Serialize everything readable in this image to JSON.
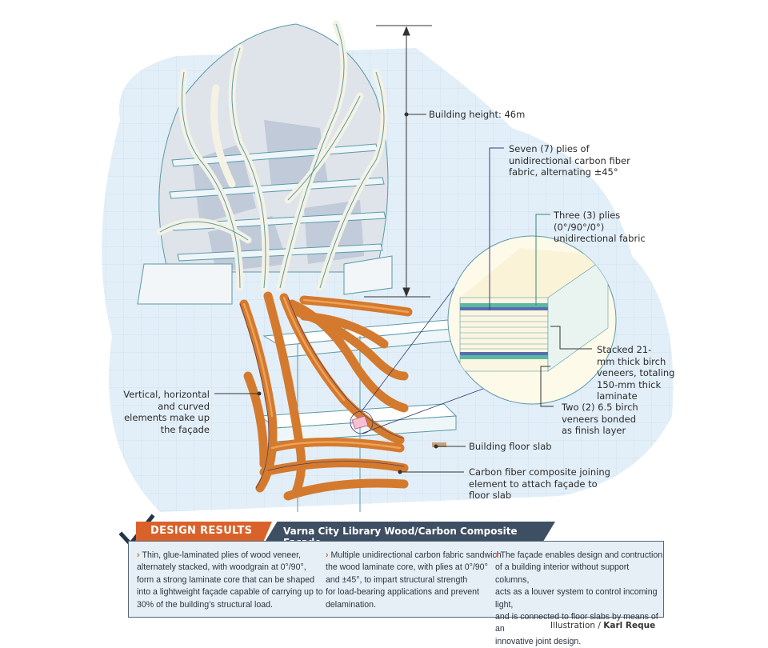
{
  "illustration": {
    "subject": "Varna City Library wood/carbon composite facade",
    "colors": {
      "wood": "#d47a2e",
      "wood_highlight": "#f2a65a",
      "glass_wash": "#cfe3f2",
      "carbon_ply": "#5a6cb0",
      "fabric_ply": "#5ab8a0",
      "veneer": "#fbf6e2",
      "accent_orange": "#d9622b",
      "accent_navy": "#3e4e63"
    }
  },
  "annotations": {
    "building_height": "Building height: 46m",
    "carbon_plies": "Seven (7) plies of\nunidirectional carbon fiber\nfabric, alternating ±45°",
    "fabric_plies": "Three (3) plies\n(0°/90°/0°)\nunidirectional fabric",
    "stacked_veneers": "Stacked 21-\nmm thick birch\nveneers, totaling\n150-mm thick\nlaminate",
    "finish_veneers": "Two (2) 6.5 birch\nveneers bonded\nas finish layer",
    "facade_elements": "Vertical, horizontal\nand curved\nelements make up\nthe façade",
    "floor_slab": "Building floor slab",
    "joining_element": "Carbon fiber composite joining\nelement to attach façade to\nfloor slab"
  },
  "results": {
    "tag": "DESIGN RESULTS",
    "title": "Varna City Library Wood/Carbon Composite Façade",
    "bullet_glyph": "›",
    "items": [
      "Thin, glue-laminated plies of wood veneer,\nalternately stacked, with woodgrain at 0°/90°,\nform a strong laminate core that can be shaped\ninto a lightweight façade capable of carrying up to\n30% of the building’s structural load.",
      "Multiple unidirectional carbon fabric sandwich\nthe wood laminate core, with plies at 0°/90°\nand ±45°, to impart structural strength\nfor load-bearing applications and prevent\ndelamination.",
      "The façade enables design and contruction\nof a building interior without support columns,\nacts as a louver system to control incoming light,\nand is connected to floor slabs by means of an\ninnovative joint design."
    ]
  },
  "credit": {
    "prefix": "Illustration / ",
    "author": "Karl Reque"
  }
}
